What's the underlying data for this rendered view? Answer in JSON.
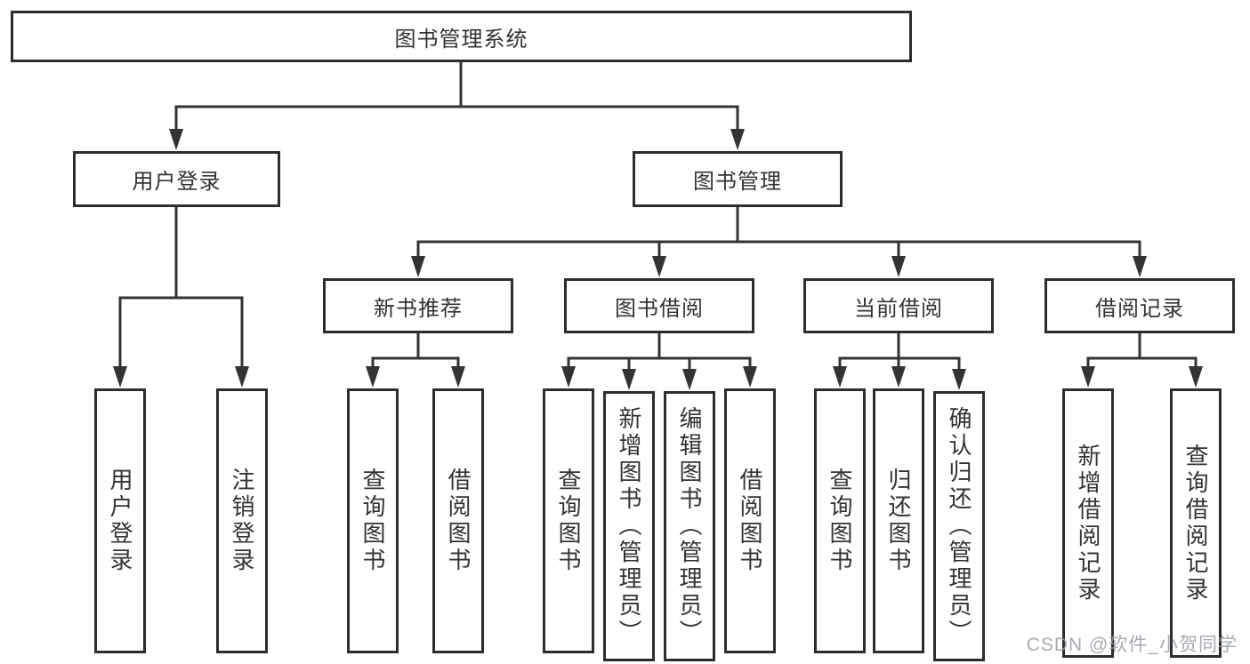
{
  "diagram": {
    "tree": {
      "label": "图书管理系统",
      "children": [
        {
          "label": "用户登录",
          "children": [
            {
              "label": "用户登录"
            },
            {
              "label": "注销登录"
            }
          ]
        },
        {
          "label": "图书管理",
          "children": [
            {
              "label": "新书推荐",
              "children": [
                {
                  "label": "查询图书"
                },
                {
                  "label": "借阅图书"
                }
              ]
            },
            {
              "label": "图书借阅",
              "children": [
                {
                  "label": "查询图书"
                },
                {
                  "label": "新增图书（管理员）"
                },
                {
                  "label": "编辑图书（管理员）"
                },
                {
                  "label": "借阅图书"
                }
              ]
            },
            {
              "label": "当前借阅",
              "children": [
                {
                  "label": "查询图书"
                },
                {
                  "label": "归还图书"
                },
                {
                  "label": "确认归还（管理员）"
                }
              ]
            },
            {
              "label": "借阅记录",
              "children": [
                {
                  "label": "新增借阅记录"
                },
                {
                  "label": "查询借阅记录"
                }
              ]
            }
          ]
        }
      ]
    },
    "colors": {
      "line": "#333333",
      "box_border": "#2d2d2d",
      "text": "#333333",
      "background": "#ffffff",
      "watermark": "#969ca4"
    }
  },
  "watermark": {
    "text": "CSDN @软件_小贺同学"
  }
}
